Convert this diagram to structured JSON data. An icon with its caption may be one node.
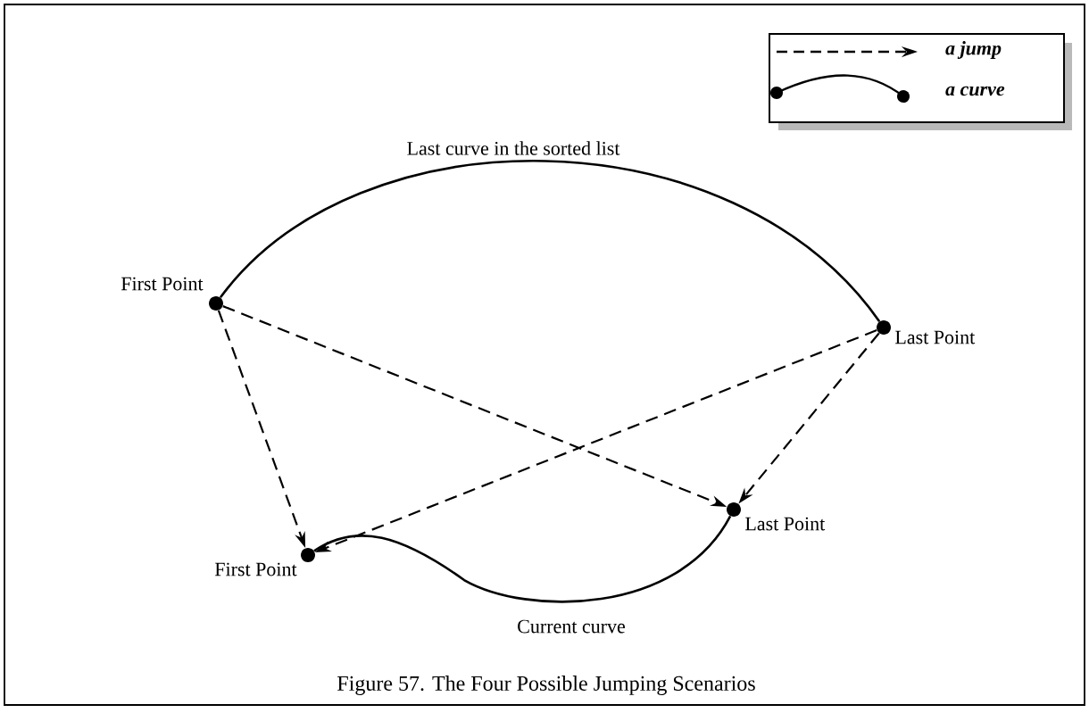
{
  "diagram": {
    "caption": "Figure 57.  The Four Possible Jumping Scenarios",
    "nodes": [
      {
        "text": [],
        "shape": "circle",
        "beside": [
          "First Point"
        ]
      },
      {
        "text": [],
        "shape": "circle",
        "beside": [
          "Last Point"
        ]
      },
      {
        "text": [],
        "shape": "circle",
        "beside": [
          "First Point"
        ]
      },
      {
        "text": [],
        "shape": "circle",
        "beside": [
          "Last Point"
        ]
      }
    ],
    "edges": [
      {
        "from": 0,
        "to": 1,
        "arrow": "none",
        "label": "Last curve in the sorted list"
      },
      {
        "from": 0,
        "to": 2,
        "arrow": "to",
        "style": "dashed"
      },
      {
        "from": 0,
        "to": 3,
        "arrow": "to",
        "style": "dashed"
      },
      {
        "from": 1,
        "to": 2,
        "arrow": "to",
        "style": "dashed"
      },
      {
        "from": 1,
        "to": 3,
        "arrow": "to",
        "style": "dashed"
      },
      {
        "from": 2,
        "to": 3,
        "arrow": "none",
        "label": "Current curve"
      }
    ],
    "legend": [
      {
        "text": "a jump"
      },
      {
        "text": "a curve"
      }
    ]
  }
}
